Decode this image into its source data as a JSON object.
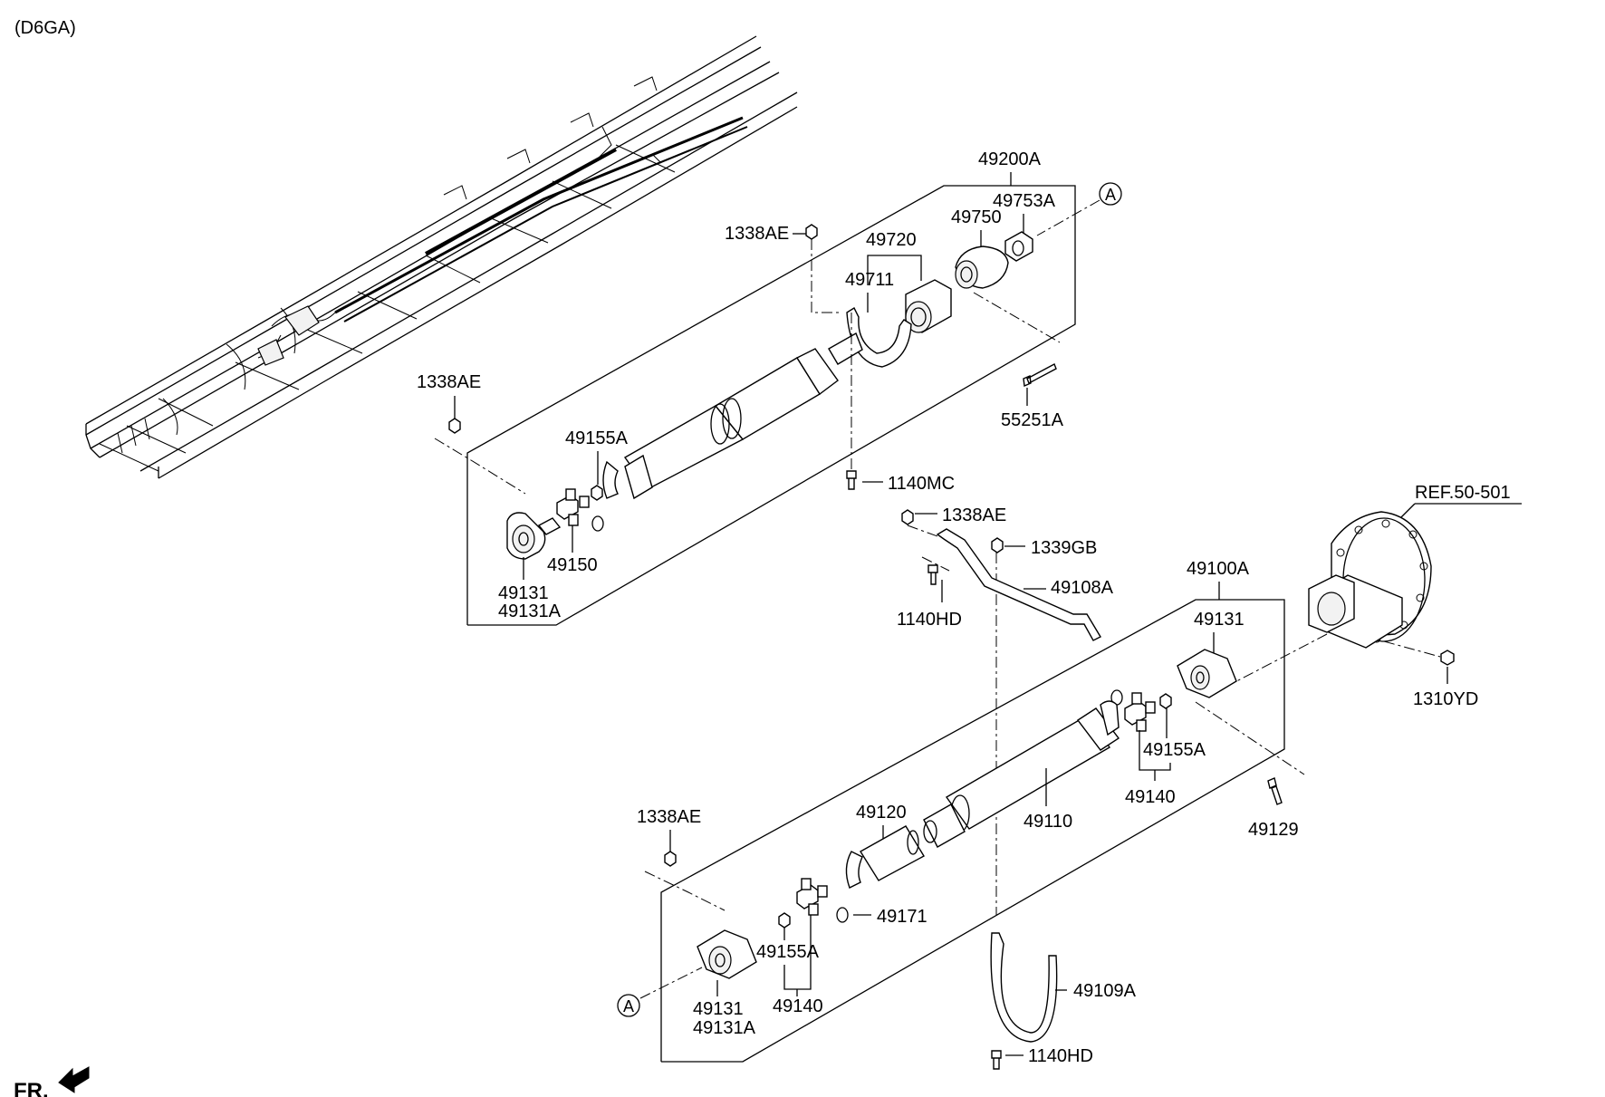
{
  "header": {
    "code": "(D6GA)"
  },
  "front_indicator": {
    "label": "FR."
  },
  "callouts": {
    "c_49200A": "49200A",
    "c_49753A": "49753A",
    "c_ref_a_top": "A",
    "c_49750": "49750",
    "c_1338AE_top": "1338AE",
    "c_49720": "49720",
    "c_49711": "49711",
    "c_55251A": "55251A",
    "c_1338AE_left": "1338AE",
    "c_49155A_upper": "49155A",
    "c_1140MC": "1140MC",
    "c_49150": "49150",
    "c_49131_upper": "49131",
    "c_49131A_upper": "49131A",
    "c_1338AE_mid": "1338AE",
    "c_1339GB": "1339GB",
    "c_49108A": "49108A",
    "c_1140HD_upper": "1140HD",
    "c_REF": "REF.50-501",
    "c_49100A": "49100A",
    "c_49131_right": "49131",
    "c_1310YD": "1310YD",
    "c_49155A_right": "49155A",
    "c_49140_right": "49140",
    "c_49110": "49110",
    "c_49120": "49120",
    "c_49129": "49129",
    "c_1338AE_low": "1338AE",
    "c_49171": "49171",
    "c_49155A_low": "49155A",
    "c_49140_low": "49140",
    "c_49131_low": "49131",
    "c_49131A_low": "49131A",
    "c_ref_a_low": "A",
    "c_49109A": "49109A",
    "c_1140HD_low": "1140HD"
  }
}
